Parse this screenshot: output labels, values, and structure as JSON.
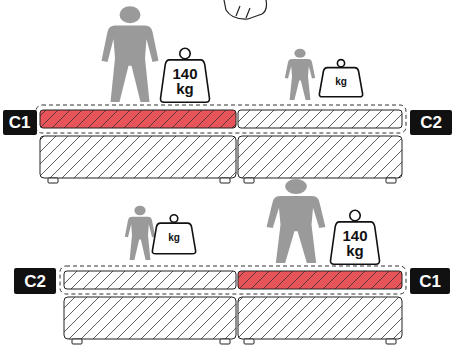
{
  "diagram": {
    "nodes": [
      {
        "text": [
          "140 kg"
        ]
      },
      {
        "text": [
          "kg"
        ]
      },
      {
        "text": [
          "C1"
        ]
      },
      {
        "text": [
          "C2"
        ]
      },
      {
        "text": [
          "kg"
        ]
      },
      {
        "text": [
          "140 kg"
        ]
      },
      {
        "text": [
          "C2"
        ]
      },
      {
        "text": [
          "C1"
        ]
      }
    ]
  }
}
